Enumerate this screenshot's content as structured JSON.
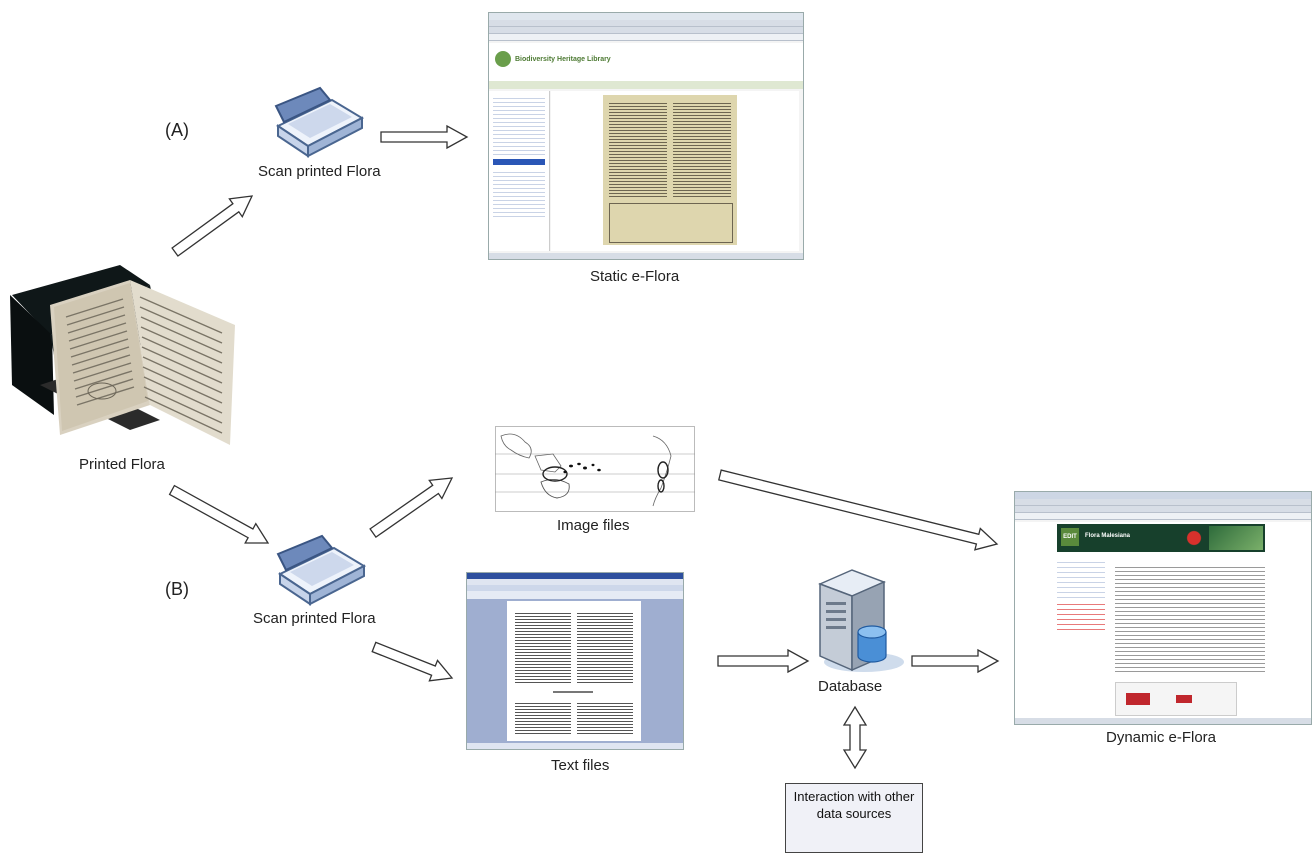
{
  "labels": {
    "route_a": "(A)",
    "route_b": "(B)",
    "scan_a": "Scan printed Flora",
    "scan_b": "Scan printed Flora",
    "printed_flora": "Printed  Flora",
    "static_eflora": "Static e-Flora",
    "image_files": "Image files",
    "text_files": "Text files",
    "database": "Database",
    "dynamic_eflora": "Dynamic e-Flora",
    "interaction": "Interaction with other data sources"
  },
  "thumbnails": {
    "static_header": "Biodiversity Heritage Library",
    "dynamic_header": "Flora Malesiana",
    "dynamic_logo": "EDIT"
  }
}
